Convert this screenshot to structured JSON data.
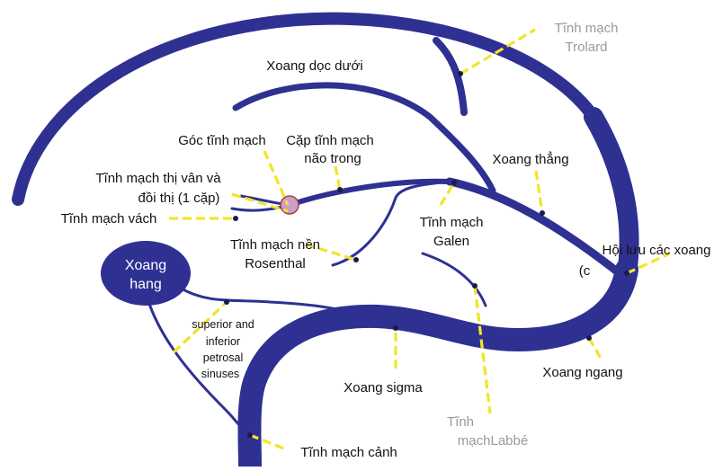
{
  "colors": {
    "vein": "#2e3192",
    "leader": "#f2e52a",
    "label_text": "#111111",
    "label_muted": "#9a9a9a",
    "node_text": "#ffffff"
  },
  "labels": {
    "trolard_1": "Tĩnh mạch",
    "trolard_2": "Trolard",
    "inferior_sagittal": "Xoang dọc dưới",
    "venous_angle": "Góc tĩnh mạch",
    "internal_cerebral_1": "Cặp tĩnh mạch",
    "internal_cerebral_2": "não trong",
    "thalamostriate_1": "Tĩnh mạch thị vân và",
    "thalamostriate_2": "đồi thị  (1 cặp)",
    "septal": "Tĩnh mạch vách",
    "straight_sinus": "Xoang thẳng",
    "galen_1": "Tĩnh mạch",
    "galen_2": "Galen",
    "rosenthal_1": "Tĩnh mạch nền",
    "rosenthal_2": "Rosenthal",
    "confluence_1": "Hội lưu các xoang",
    "confluence_2": "(c",
    "cavernous_1": "Xoang",
    "cavernous_2": "hang",
    "petrosal_1": "superior and",
    "petrosal_2": "inferior",
    "petrosal_3": "petrosal",
    "petrosal_4": "sinuses",
    "sigmoid": "Xoang sigma",
    "transverse": "Xoang ngang",
    "labbe_1": "Tĩnh",
    "labbe_2": "mạchLabbé",
    "jugular": "Tĩnh mạch cảnh"
  }
}
